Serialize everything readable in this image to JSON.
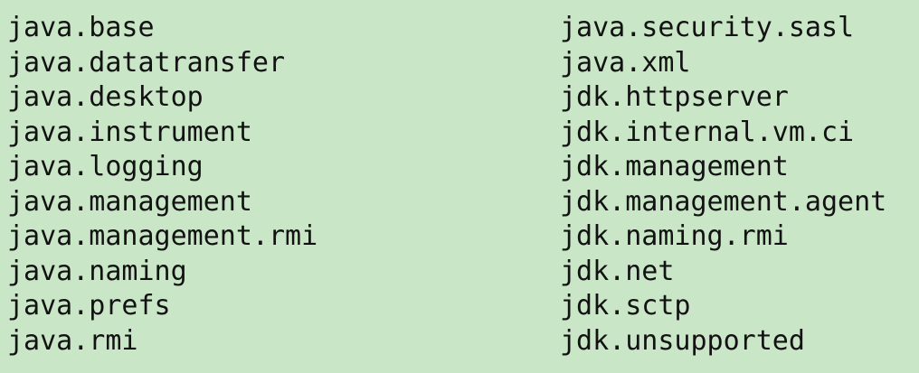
{
  "modules": {
    "left": [
      "java.base",
      "java.datatransfer",
      "java.desktop",
      "java.instrument",
      "java.logging",
      "java.management",
      "java.management.rmi",
      "java.naming",
      "java.prefs",
      "java.rmi"
    ],
    "right": [
      "java.security.sasl",
      "java.xml",
      "jdk.httpserver",
      "jdk.internal.vm.ci",
      "jdk.management",
      "jdk.management.agent",
      "jdk.naming.rmi",
      "jdk.net",
      "jdk.sctp",
      "jdk.unsupported"
    ]
  },
  "colors": {
    "background": "#c9e7c7",
    "text": "#121212"
  }
}
